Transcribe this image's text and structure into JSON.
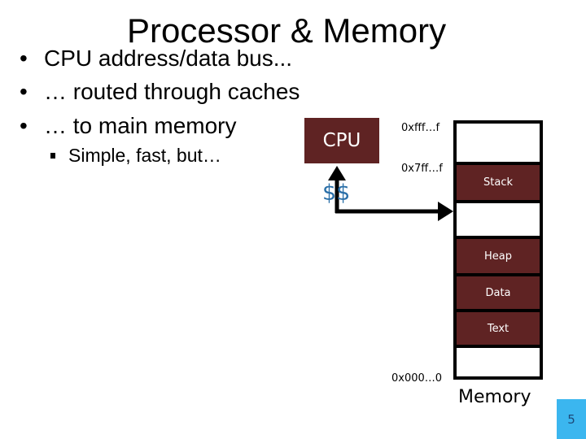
{
  "slide": {
    "title": "Processor & Memory",
    "bullets": [
      {
        "marker": "•",
        "text": "CPU address/data bus..."
      },
      {
        "marker": "•",
        "text": " … routed through caches"
      },
      {
        "marker": "•",
        "text": " … to main memory"
      }
    ],
    "sub_bullets": [
      {
        "text": "Simple, fast, but…"
      }
    ],
    "page_number": "5"
  },
  "diagram": {
    "cpu_label": "CPU",
    "cache_label": "$$",
    "addresses": {
      "top": "0xfff…f",
      "stack_top": "0x7ff…f",
      "bottom": "0x000…0"
    },
    "memory_label": "Memory",
    "segments": [
      {
        "label": "",
        "filled": false
      },
      {
        "label": "Stack",
        "filled": true
      },
      {
        "label": "",
        "filled": false
      },
      {
        "label": "Heap",
        "filled": true
      },
      {
        "label": "Data",
        "filled": true
      },
      {
        "label": "Text",
        "filled": true
      },
      {
        "label": "",
        "filled": false
      }
    ],
    "colors": {
      "segment_fill": "#5f2323",
      "cache_text": "#2a6fa8",
      "page_badge": "#3bb6ef"
    }
  }
}
